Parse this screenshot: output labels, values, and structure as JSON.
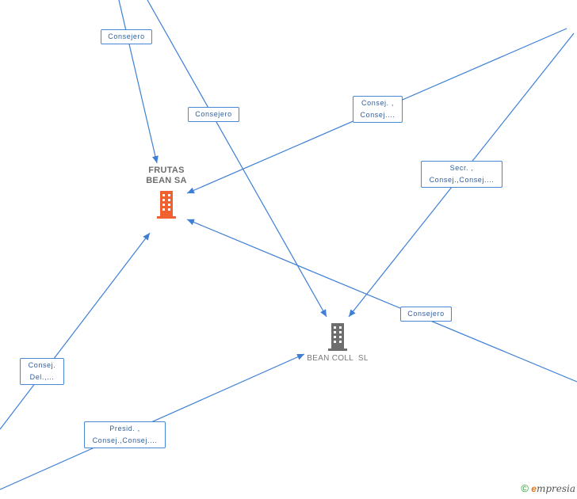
{
  "nodes": {
    "frutas": {
      "name_line1": "FRUTAS",
      "name_line2": "BEAN SA",
      "icon": "building-icon",
      "color": "#f06030"
    },
    "beancoll": {
      "name": "BEAN COLL  SL",
      "icon": "building-icon",
      "color": "#6e6e6e"
    }
  },
  "edges": [
    {
      "label": [
        "Consejero"
      ]
    },
    {
      "label": [
        "Consejero"
      ]
    },
    {
      "label": [
        "Consej. ,",
        "Consej...."
      ]
    },
    {
      "label": [
        "Secr. ,",
        "Consej.,Consej...."
      ]
    },
    {
      "label": [
        "Consejero"
      ]
    },
    {
      "label": [
        "Consej.",
        "Del.,..."
      ]
    },
    {
      "label": [
        "Presid. ,",
        "Consej.,Consej...."
      ]
    }
  ],
  "footer": {
    "copyright": "©",
    "brand_e": "e",
    "brand_rest": "mpresia"
  },
  "colors": {
    "edge": "#3d7fd6",
    "label_border": "#4a86d6"
  }
}
